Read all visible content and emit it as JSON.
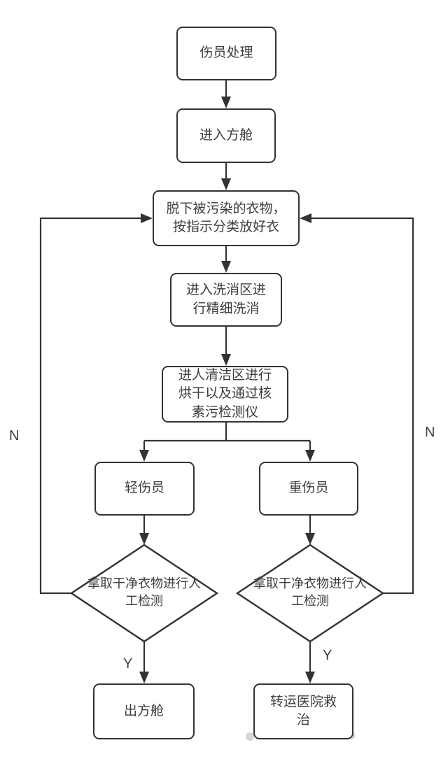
{
  "diagram": {
    "nodes": {
      "casualty_handling": "伤员处理",
      "enter_cabin": "进入方舱",
      "remove_contaminated_clothes": "脱下被污染的衣物，\n按指示分类放好衣",
      "fine_decontamination": "进入洗消区进\n行精细洗消",
      "clean_area_check": "进人清洁区进行\n烘干以及通过核\n素污检测仪",
      "light_casualty": "轻伤员",
      "severe_casualty": "重伤员",
      "manual_check_left": "拿取干净衣物进行人\n工检测",
      "manual_check_right": "拿取干净衣物进行人\n工检测",
      "exit_cabin": "出方舱",
      "transfer_hospital": "转运医院救\n治"
    },
    "edge_labels": {
      "n_left": "N",
      "n_right": "N",
      "y_left": "Y",
      "y_right": "Y"
    },
    "colors": {
      "line": "#333333",
      "text": "#3d3d3d",
      "background": "#ffffff"
    }
  }
}
